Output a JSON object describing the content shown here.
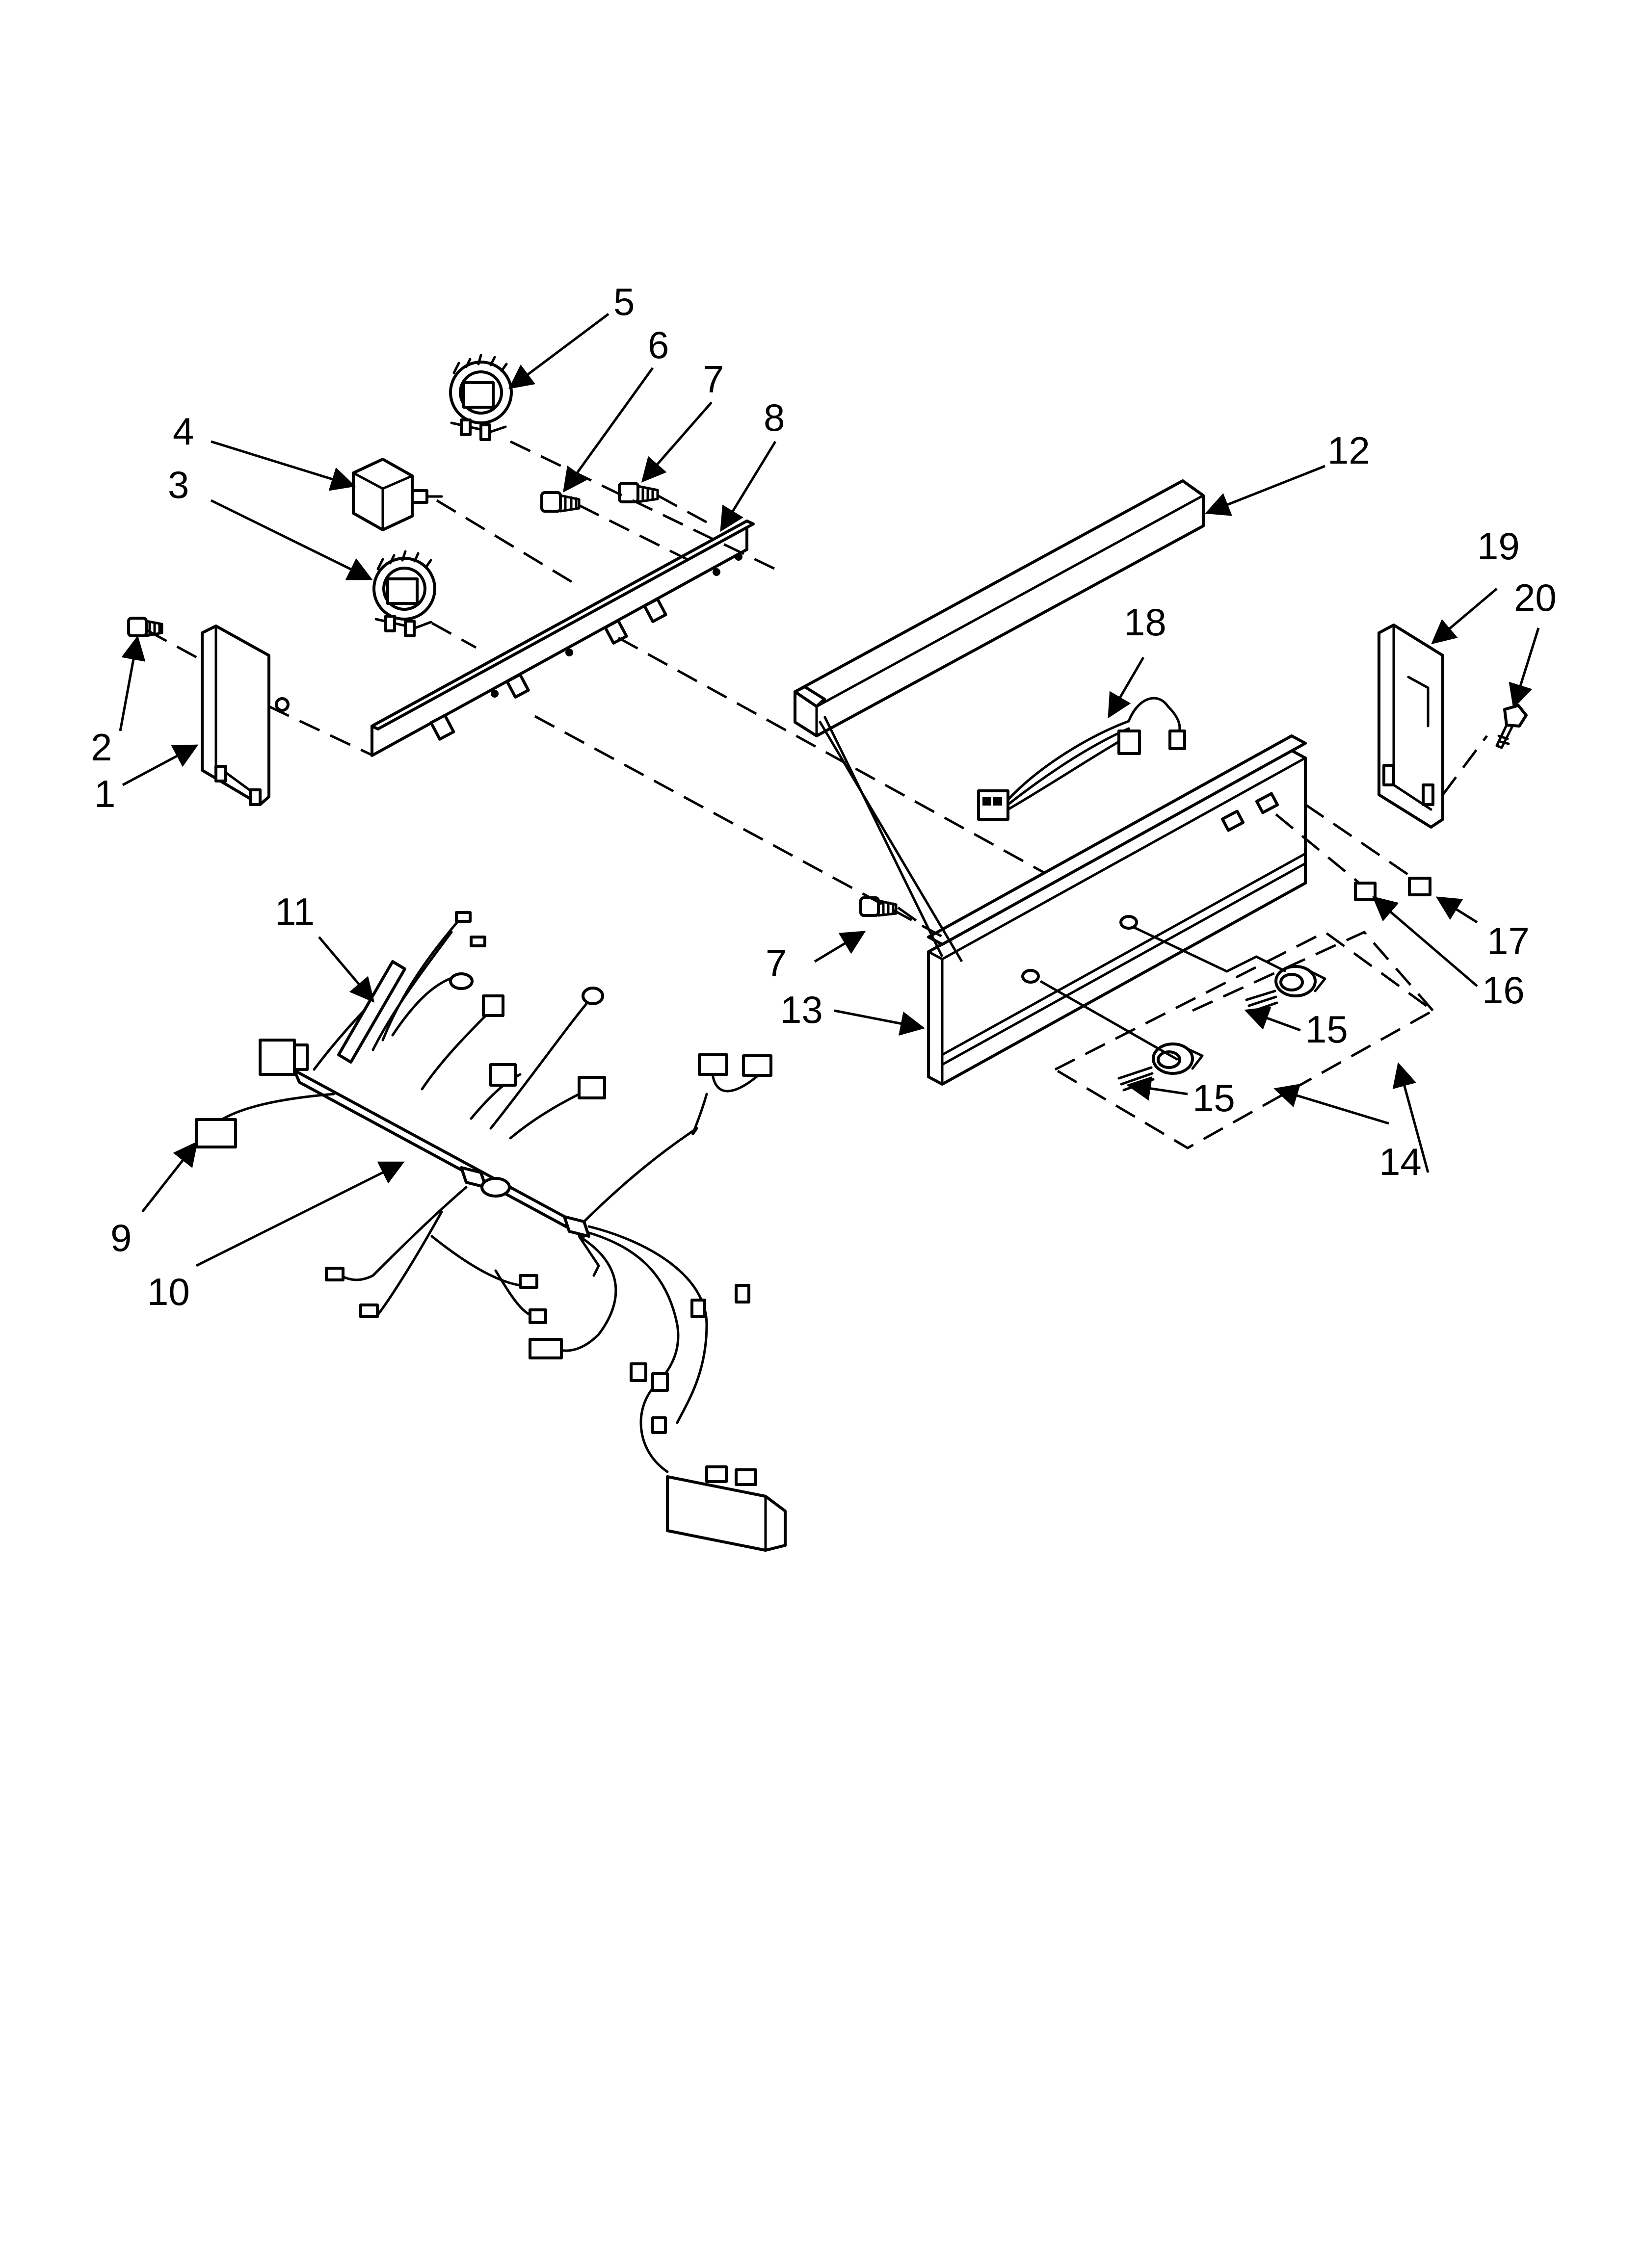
{
  "callouts": {
    "c1": "1",
    "c2": "2",
    "c3": "3",
    "c4": "4",
    "c5": "5",
    "c6": "6",
    "c7a": "7",
    "c7b": "7",
    "c8": "8",
    "c9": "9",
    "c10": "10",
    "c11": "11",
    "c12": "12",
    "c13": "13",
    "c14": "14",
    "c15a": "15",
    "c15b": "15",
    "c16": "16",
    "c17": "17",
    "c18": "18",
    "c19": "19",
    "c20": "20"
  }
}
